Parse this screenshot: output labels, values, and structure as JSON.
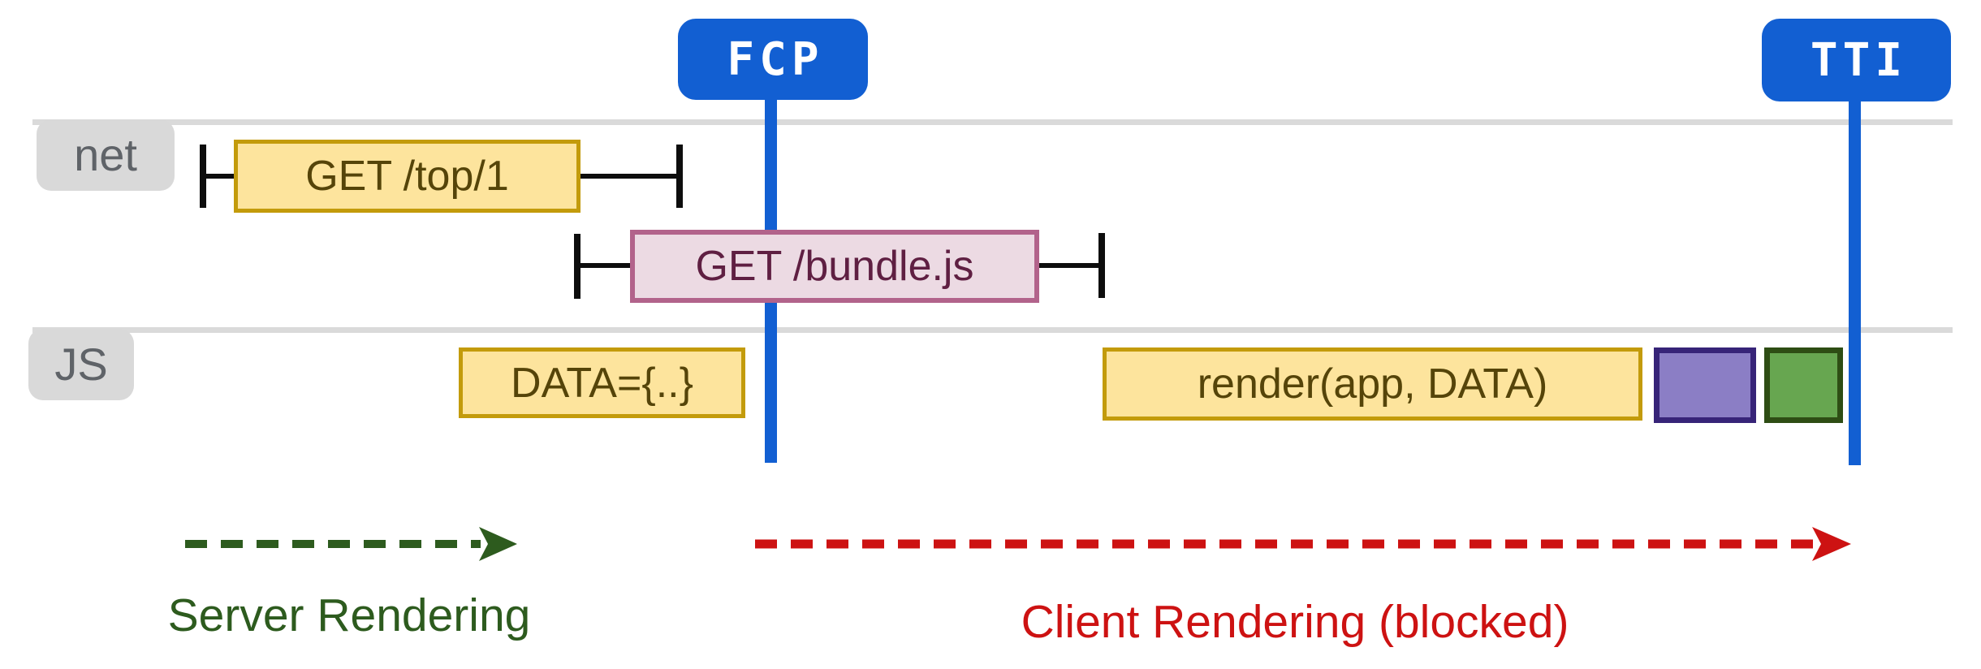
{
  "diagram": {
    "title_markers": [
      {
        "id": "fcp",
        "label": "FCP"
      },
      {
        "id": "tti",
        "label": "TTI"
      }
    ],
    "lanes": [
      {
        "id": "net",
        "label": "net"
      },
      {
        "id": "js",
        "label": "JS"
      }
    ],
    "events": [
      {
        "lane": "net",
        "label": "GET /top/1",
        "style": "yellow",
        "has_whiskers": true
      },
      {
        "lane": "net",
        "label": "GET /bundle.js",
        "style": "pink",
        "has_whiskers": true
      },
      {
        "lane": "js",
        "label": "DATA={..}",
        "style": "yellow",
        "has_whiskers": false
      },
      {
        "lane": "js",
        "label": "render(app, DATA)",
        "style": "yellow",
        "has_whiskers": false
      },
      {
        "lane": "js",
        "label": "",
        "style": "purple",
        "has_whiskers": false
      },
      {
        "lane": "js",
        "label": "",
        "style": "green",
        "has_whiskers": false
      }
    ],
    "phases": [
      {
        "id": "server",
        "label": "Server Rendering",
        "color": "#2d5b1e"
      },
      {
        "id": "client",
        "label": "Client Rendering (blocked)",
        "color": "#cd1212"
      }
    ],
    "colors": {
      "marker_blue": "#125fd2",
      "lane_line_gray": "#dadada",
      "lane_label_bg": "#d9d9d9",
      "lane_label_text": "#5f6368",
      "task_yellow_fill": "#fde49d",
      "task_yellow_border": "#c39b0b",
      "task_yellow_text": "#554409",
      "task_pink_fill": "#ecdae3",
      "task_pink_border": "#b2638b",
      "task_pink_text": "#5f1f42",
      "task_purple_fill": "#8b7ec5",
      "task_purple_border": "#372478",
      "task_green_fill": "#67a650",
      "task_green_border": "#2e4d14",
      "phase_server_green": "#2d5b1e",
      "phase_client_red": "#cd1212",
      "whisker_black": "#0d0d0d"
    }
  }
}
